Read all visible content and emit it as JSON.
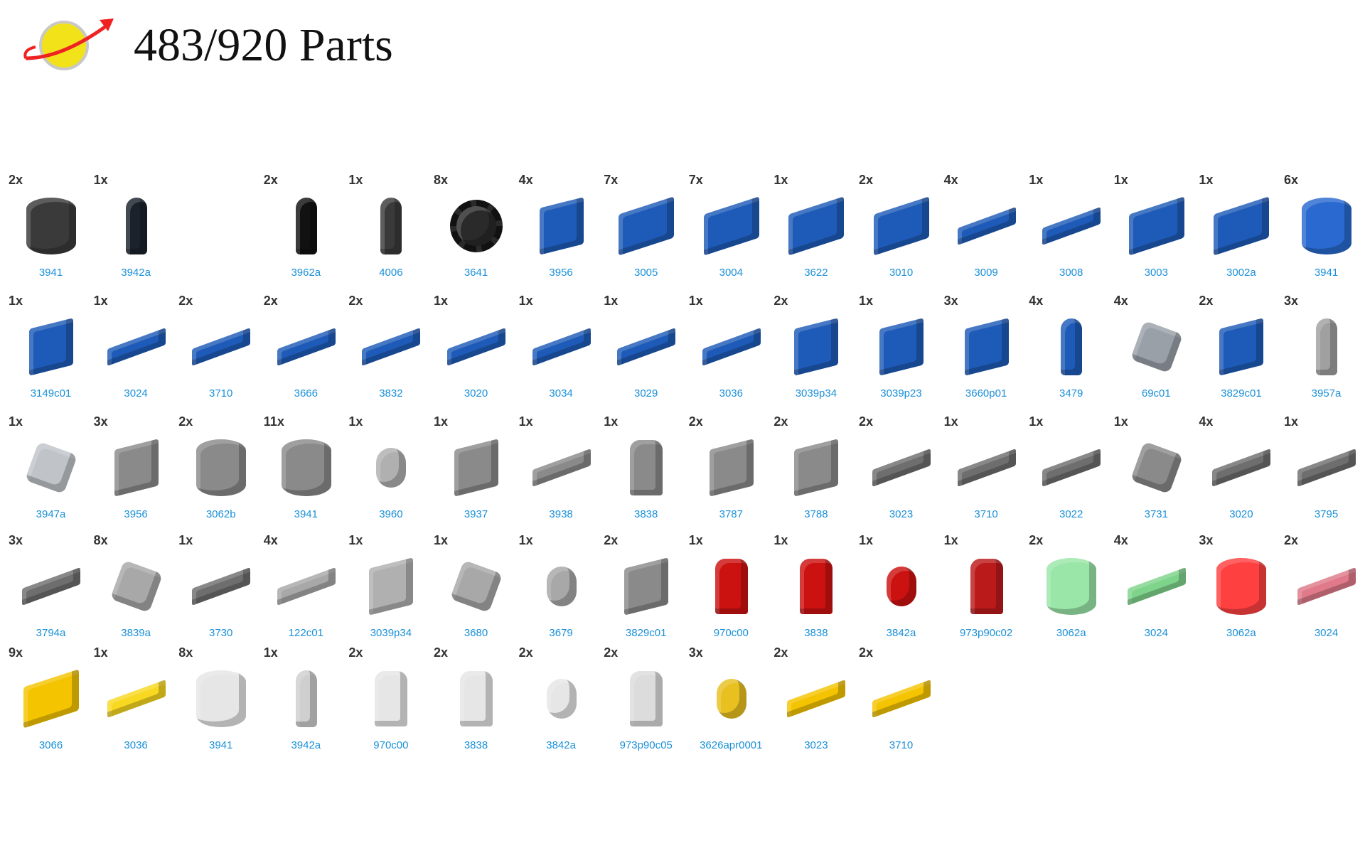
{
  "header": {
    "title": "483/920 Parts",
    "logo": "classic-space-logo"
  },
  "colors": {
    "label": "#1a90d8",
    "count": "#333333"
  },
  "rows": [
    [
      {
        "count": "2x",
        "part": "3941",
        "color": "#3a3a3a",
        "shape": "round"
      },
      {
        "count": "1x",
        "part": "3942a",
        "color": "#1a222c",
        "shape": "tall"
      },
      null,
      {
        "count": "2x",
        "part": "3962a",
        "color": "#111111",
        "shape": "tall"
      },
      {
        "count": "1x",
        "part": "4006",
        "color": "#3a3a3a",
        "shape": "tall"
      },
      {
        "count": "8x",
        "part": "3641",
        "color": "#2a2a2a",
        "shape": "wheel"
      },
      {
        "count": "4x",
        "part": "3956",
        "color": "#1e5bb8",
        "shape": "slope"
      },
      {
        "count": "7x",
        "part": "3005",
        "color": "#1e5bb8",
        "shape": "brick"
      },
      {
        "count": "7x",
        "part": "3004",
        "color": "#1e5bb8",
        "shape": "brick"
      },
      {
        "count": "1x",
        "part": "3622",
        "color": "#1e5bb8",
        "shape": "brick"
      },
      {
        "count": "2x",
        "part": "3010",
        "color": "#1e5bb8",
        "shape": "brick"
      },
      {
        "count": "4x",
        "part": "3009",
        "color": "#1e5bb8",
        "shape": "plate"
      },
      {
        "count": "1x",
        "part": "3008",
        "color": "#1e5bb8",
        "shape": "plate"
      },
      {
        "count": "1x",
        "part": "3003",
        "color": "#1e5bb8",
        "shape": "brick"
      },
      {
        "count": "1x",
        "part": "3002a",
        "color": "#1e5bb8",
        "shape": "brick"
      },
      {
        "count": "6x",
        "part": "3941",
        "color": "#2a6ad0",
        "shape": "round"
      }
    ],
    [
      {
        "count": "1x",
        "part": "3149c01",
        "color": "#1e5bb8",
        "shape": "slope"
      },
      {
        "count": "1x",
        "part": "3024",
        "color": "#1e5bb8",
        "shape": "plate"
      },
      {
        "count": "2x",
        "part": "3710",
        "color": "#1e5bb8",
        "shape": "plate"
      },
      {
        "count": "2x",
        "part": "3666",
        "color": "#1e5bb8",
        "shape": "plate"
      },
      {
        "count": "2x",
        "part": "3832",
        "color": "#1e5bb8",
        "shape": "plate"
      },
      {
        "count": "1x",
        "part": "3020",
        "color": "#1e5bb8",
        "shape": "plate"
      },
      {
        "count": "1x",
        "part": "3034",
        "color": "#1e5bb8",
        "shape": "plate"
      },
      {
        "count": "1x",
        "part": "3029",
        "color": "#1e5bb8",
        "shape": "plate"
      },
      {
        "count": "1x",
        "part": "3036",
        "color": "#1e5bb8",
        "shape": "plate"
      },
      {
        "count": "2x",
        "part": "3039p34",
        "color": "#1e5bb8",
        "shape": "slope"
      },
      {
        "count": "1x",
        "part": "3039p23",
        "color": "#1e5bb8",
        "shape": "slope"
      },
      {
        "count": "3x",
        "part": "3660p01",
        "color": "#1e5bb8",
        "shape": "slope"
      },
      {
        "count": "4x",
        "part": "3479",
        "color": "#1e5bb8",
        "shape": "tall"
      },
      {
        "count": "4x",
        "part": "69c01",
        "color": "#9aa0a8",
        "shape": "misc"
      },
      {
        "count": "2x",
        "part": "3829c01",
        "color": "#1e5bb8",
        "shape": "slope"
      },
      {
        "count": "3x",
        "part": "3957a",
        "color": "#a0a0a0",
        "shape": "tall"
      }
    ],
    [
      {
        "count": "1x",
        "part": "3947a",
        "color": "#c0c4c8",
        "shape": "misc"
      },
      {
        "count": "3x",
        "part": "3956",
        "color": "#8a8a8a",
        "shape": "slope"
      },
      {
        "count": "2x",
        "part": "3062b",
        "color": "#8a8a8a",
        "shape": "round"
      },
      {
        "count": "11x",
        "part": "3941",
        "color": "#8a8a8a",
        "shape": "round"
      },
      {
        "count": "1x",
        "part": "3960",
        "color": "#b0b0b0",
        "shape": "head"
      },
      {
        "count": "1x",
        "part": "3937",
        "color": "#8a8a8a",
        "shape": "slope"
      },
      {
        "count": "1x",
        "part": "3938",
        "color": "#8a8a8a",
        "shape": "plate"
      },
      {
        "count": "1x",
        "part": "3838",
        "color": "#8a8a8a",
        "shape": "figure"
      },
      {
        "count": "2x",
        "part": "3787",
        "color": "#8a8a8a",
        "shape": "slope"
      },
      {
        "count": "2x",
        "part": "3788",
        "color": "#8a8a8a",
        "shape": "slope"
      },
      {
        "count": "2x",
        "part": "3023",
        "color": "#6e6e6e",
        "shape": "plate"
      },
      {
        "count": "1x",
        "part": "3710",
        "color": "#6e6e6e",
        "shape": "plate"
      },
      {
        "count": "1x",
        "part": "3022",
        "color": "#6e6e6e",
        "shape": "plate"
      },
      {
        "count": "1x",
        "part": "3731",
        "color": "#8a8a8a",
        "shape": "misc"
      },
      {
        "count": "4x",
        "part": "3020",
        "color": "#6e6e6e",
        "shape": "plate"
      },
      {
        "count": "1x",
        "part": "3795",
        "color": "#6e6e6e",
        "shape": "plate"
      }
    ],
    [
      {
        "count": "3x",
        "part": "3794a",
        "color": "#6e6e6e",
        "shape": "plate"
      },
      {
        "count": "8x",
        "part": "3839a",
        "color": "#a8a8a8",
        "shape": "misc"
      },
      {
        "count": "1x",
        "part": "3730",
        "color": "#6e6e6e",
        "shape": "plate"
      },
      {
        "count": "4x",
        "part": "122c01",
        "color": "#a8a8a8",
        "shape": "plate"
      },
      {
        "count": "1x",
        "part": "3039p34",
        "color": "#b0b0b0",
        "shape": "slope"
      },
      {
        "count": "1x",
        "part": "3680",
        "color": "#a8a8a8",
        "shape": "misc"
      },
      {
        "count": "1x",
        "part": "3679",
        "color": "#a8a8a8",
        "shape": "head"
      },
      {
        "count": "2x",
        "part": "3829c01",
        "color": "#8a8a8a",
        "shape": "slope"
      },
      {
        "count": "1x",
        "part": "970c00",
        "color": "#cc1111",
        "shape": "figure"
      },
      {
        "count": "1x",
        "part": "3838",
        "color": "#cc1111",
        "shape": "figure"
      },
      {
        "count": "1x",
        "part": "3842a",
        "color": "#cc1111",
        "shape": "head"
      },
      {
        "count": "1x",
        "part": "973p90c02",
        "color": "#bb1a1a",
        "shape": "figure"
      },
      {
        "count": "2x",
        "part": "3062a",
        "color": "#9ae6a8",
        "shape": "round"
      },
      {
        "count": "4x",
        "part": "3024",
        "color": "#7fd48c",
        "shape": "plate"
      },
      {
        "count": "3x",
        "part": "3062a",
        "color": "#ff4040",
        "shape": "round"
      },
      {
        "count": "2x",
        "part": "3024",
        "color": "#e07a8a",
        "shape": "plate"
      }
    ],
    [
      {
        "count": "9x",
        "part": "3066",
        "color": "#f5c400",
        "shape": "brick"
      },
      {
        "count": "1x",
        "part": "3036",
        "color": "#f8d820",
        "shape": "plate"
      },
      {
        "count": "8x",
        "part": "3941",
        "color": "#e6e6e6",
        "shape": "round"
      },
      {
        "count": "1x",
        "part": "3942a",
        "color": "#cfcfcf",
        "shape": "tall"
      },
      {
        "count": "2x",
        "part": "970c00",
        "color": "#e6e6e6",
        "shape": "figure"
      },
      {
        "count": "2x",
        "part": "3838",
        "color": "#e6e6e6",
        "shape": "figure"
      },
      {
        "count": "2x",
        "part": "3842a",
        "color": "#e6e6e6",
        "shape": "head"
      },
      {
        "count": "2x",
        "part": "973p90c05",
        "color": "#dcdcdc",
        "shape": "figure"
      },
      {
        "count": "3x",
        "part": "3626apr0001",
        "color": "#e8c020",
        "shape": "head"
      },
      {
        "count": "2x",
        "part": "3023",
        "color": "#f5c400",
        "shape": "plate"
      },
      {
        "count": "2x",
        "part": "3710",
        "color": "#f5c400",
        "shape": "plate"
      }
    ]
  ]
}
